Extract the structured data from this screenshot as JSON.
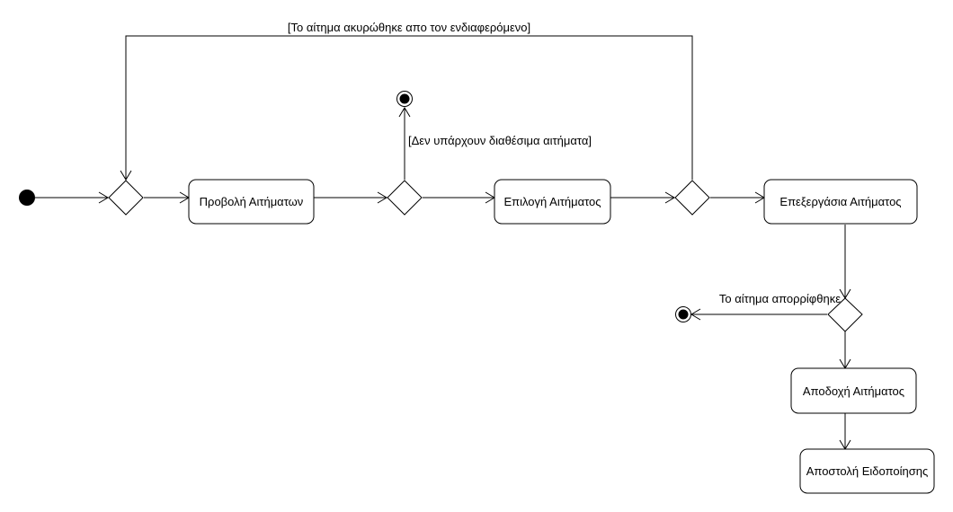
{
  "diagram": {
    "actions": {
      "view_requests": "Προβολή Αιτήματων",
      "select_request": "Επιλογή Αιτήματος",
      "process_request": "Επεξεργάσια Αιτήματος",
      "accept_request": "Αποδοχή Αιτήματος",
      "send_notification": "Αποστολή Ειδοποίησης"
    },
    "guards": {
      "cancelled_by_user": "[Το αίτημα ακυρώθηκε απο τον ενδιαφερόμενο]",
      "no_requests": "[Δεν υπάρχουν διαθέσιμα αιτήματα]",
      "rejected": "Το αίτημα απορρίφθηκε"
    }
  }
}
